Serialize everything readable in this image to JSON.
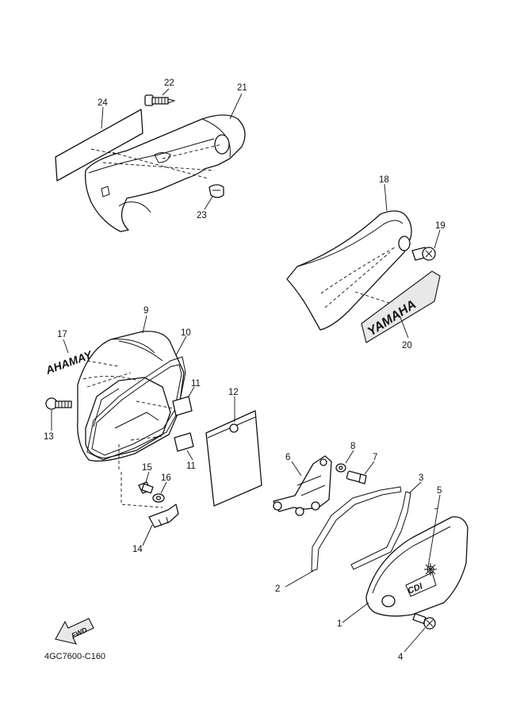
{
  "diagram_code": "4GC7600-C160",
  "fwd_label": "FWD",
  "decal_yamaha": "YAMAHA",
  "decal_yamaha_mirrored": "AHAMAY",
  "decal_cdi": "CDI",
  "callouts": {
    "c1": "1",
    "c2": "2",
    "c3": "3",
    "c4": "4",
    "c5": "5",
    "c6": "6",
    "c7": "7",
    "c8": "8",
    "c9": "9",
    "c10": "10",
    "c11a": "11",
    "c11b": "11",
    "c12": "12",
    "c13": "13",
    "c14": "14",
    "c15": "15",
    "c16": "16",
    "c17": "17",
    "c18": "18",
    "c19": "19",
    "c20": "20",
    "c21": "21",
    "c22": "22",
    "c23": "23",
    "c24": "24"
  }
}
